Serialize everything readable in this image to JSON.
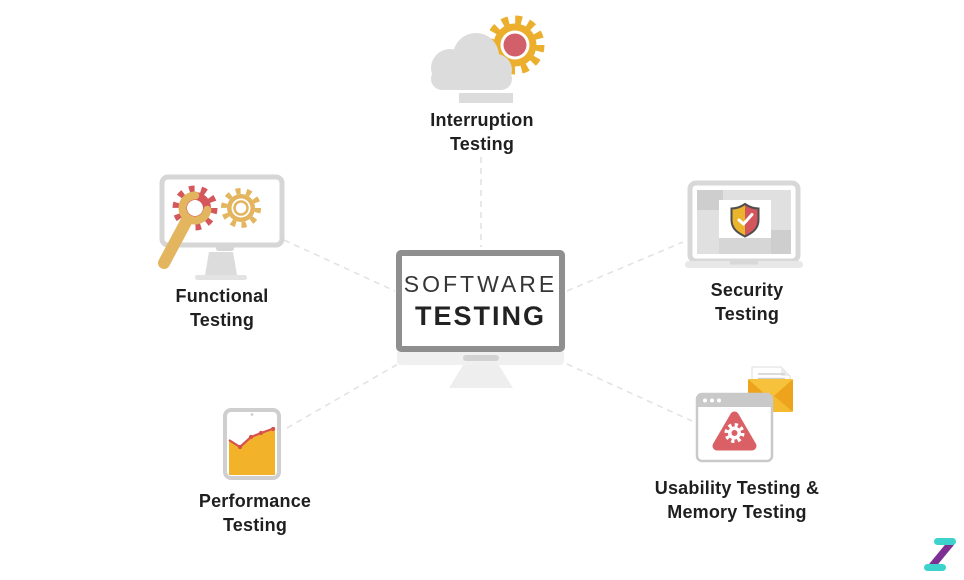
{
  "center_node": {
    "line1": "SOFTWARE",
    "line2": "TESTING"
  },
  "nodes": {
    "interruption": {
      "line1": "Interruption",
      "line2": "Testing"
    },
    "functional": {
      "line1": "Functional",
      "line2": "Testing"
    },
    "security": {
      "line1": "Security",
      "line2": "Testing"
    },
    "performance": {
      "line1": "Performance",
      "line2": "Testing"
    },
    "usability": {
      "line1": "Usability Testing &",
      "line2": "Memory Testing"
    }
  },
  "icons": {
    "center": "monitor-icon",
    "interruption": "cloud-gear-icon",
    "functional": "monitor-gears-wrench-icon",
    "security": "laptop-shield-icon",
    "performance": "tablet-area-chart-icon",
    "usability": "browser-warning-envelope-icon",
    "logo": "z-logo"
  },
  "colors": {
    "label_text": "#1f1f1f",
    "center_text": "#2d2d2d",
    "connector": "#e3e3e3",
    "red": "#d4575c",
    "gold": "#e2b55e",
    "bright_yellow": "#ecaf2d",
    "gear_core_red": "#d2606a",
    "envelope_orange": "#eda41c",
    "chart_yellow": "#f2b32a",
    "chart_line_red": "#d5524e",
    "triangle_red": "#db6065",
    "cloud_gray": "#dcdcdc",
    "frame_gray": "#8f8f8f",
    "light_frame_gray": "#d6d6d6",
    "logo_teal": "#3dd3cd",
    "logo_purple": "#7e2f93"
  }
}
